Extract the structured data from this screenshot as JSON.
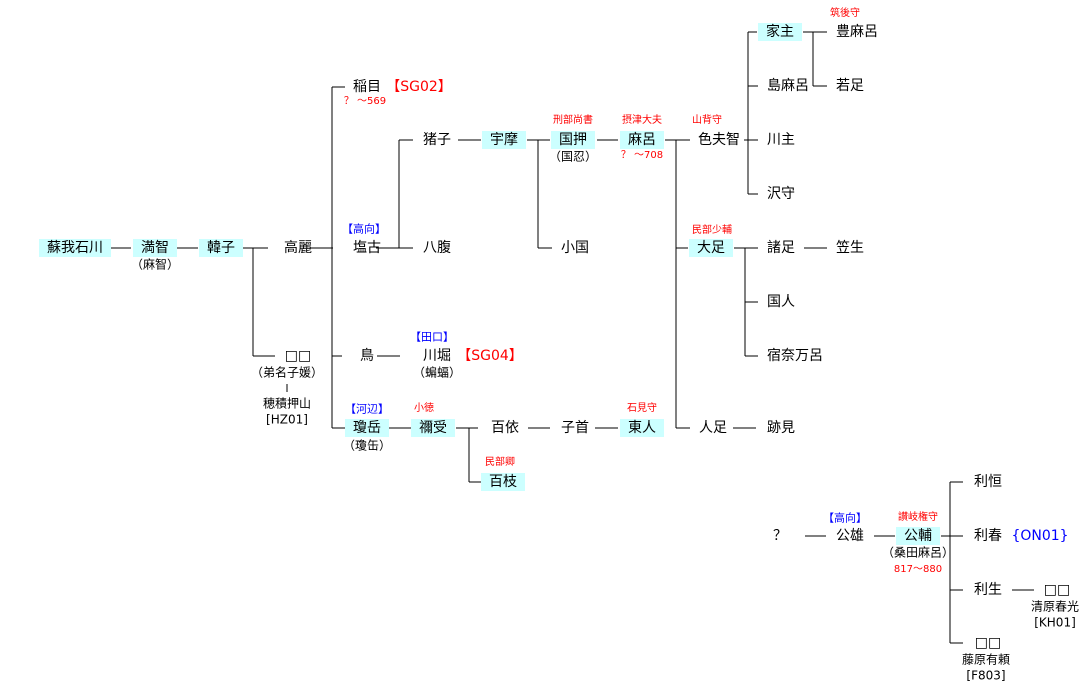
{
  "colors": {
    "highlight": "#ccffff",
    "office": "#ff0000",
    "clan": "#0000ff"
  },
  "n": {
    "ishikawa": "蘇我石川",
    "machi": "満智",
    "machi_alt": "（麻智）",
    "karako": "韓子",
    "koma": "高麗",
    "unknown1": "□□",
    "unknown1_alt": "（弟名子媛）",
    "unknown1_sep": "|",
    "oshiyama": "穂積押山",
    "oshiyama_code": "[HZ01]",
    "iname": "稲目",
    "iname_code": "【SG02】",
    "iname_years": "？ ～569",
    "shiohuru": "塩古",
    "shiohuru_clan": "【高向】",
    "tori": "鳥",
    "nukadake": "瓊岳",
    "nukadake_clan": "【河辺】",
    "nukadake_alt": "（瓊缶）",
    "iko": "猪子",
    "yahara": "八腹",
    "kawahori": "川堀",
    "kawahori_clan": "【田口】",
    "kawahori_alt": "（蝙蝠）",
    "kawahori_code": "【SG04】",
    "nezu": "禰受",
    "nezu_rank": "小徳",
    "momoyori": "百依",
    "momoe": "百枝",
    "momoe_office": "民部卿",
    "uma": "宇摩",
    "kunioshi": "国押",
    "kunioshi_office": "刑部尚書",
    "kunioshi_alt": "（国忍）",
    "okuni": "小国",
    "kobito": "子首",
    "maro": "麻呂",
    "maro_office": "摂津大夫",
    "maro_years": "？ ～708",
    "azumahito": "東人",
    "azumahito_office": "石見守",
    "shibuchi": "色夫智",
    "shibuchi_office": "山背守",
    "otari": "大足",
    "otari_office": "民部少輔",
    "hitotari": "人足",
    "yakanushi": "家主",
    "shimamaro": "島麻呂",
    "kawanushi": "川主",
    "sawamori": "沢守",
    "morotari": "諸足",
    "kunihito": "国人",
    "sukunamaro": "宿奈万呂",
    "tomi": "跡見",
    "toyomaro": "豊麻呂",
    "toyomaro_office": "筑後守",
    "wakatari": "若足",
    "kasau": "笠生",
    "q": "？",
    "kimio": "公雄",
    "kimio_clan": "【高向】",
    "kimisuke": "公輔",
    "kimisuke_office": "讃岐権守",
    "kimisuke_alt": "（桑田麻呂）",
    "kimisuke_years": "817～880",
    "toshitsune": "利恒",
    "toshiharu": "利春",
    "toshiharu_code": "{ON01}",
    "toshinari": "利生",
    "unknown2": "□□",
    "harumitsu": "清原春光",
    "harumitsu_code": "[KH01]",
    "unknown3": "□□",
    "ariyori": "藤原有頼",
    "ariyori_code": "[F803]"
  }
}
